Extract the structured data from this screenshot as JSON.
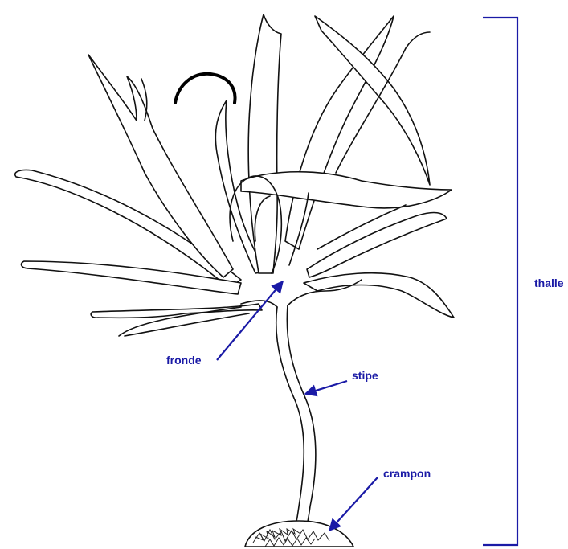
{
  "labels": {
    "thallus": "thalle",
    "frond": "fronde",
    "stipe": "stipe",
    "holdfast": "crampon"
  },
  "colors": {
    "label": "#1a1aa6",
    "ink": "#111111",
    "background": "#ffffff"
  }
}
